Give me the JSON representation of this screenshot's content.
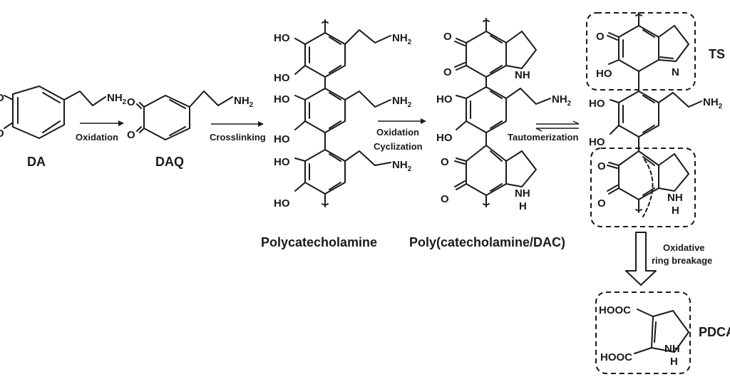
{
  "compounds": {
    "da": "DA",
    "daq": "DAQ",
    "polycat": "Polycatecholamine",
    "polydac": "Poly(catecholamine/DAC)",
    "ts": "TS",
    "pdca": "PDCA"
  },
  "arrows": {
    "oxidation": "Oxidation",
    "crosslinking": "Crosslinking",
    "oxcyc_1": "Oxidation",
    "oxcyc_2": "Cyclization",
    "tautomerization": "Tautomerization",
    "oxidative_1": "Oxidative",
    "oxidative_2": "ring breakage"
  },
  "atoms": {
    "ho": "HO",
    "o": "O",
    "nh2_main": "NH",
    "nh2_sub": "2",
    "nh": "NH",
    "h": "H",
    "n": "N",
    "hooc": "HOOC"
  }
}
